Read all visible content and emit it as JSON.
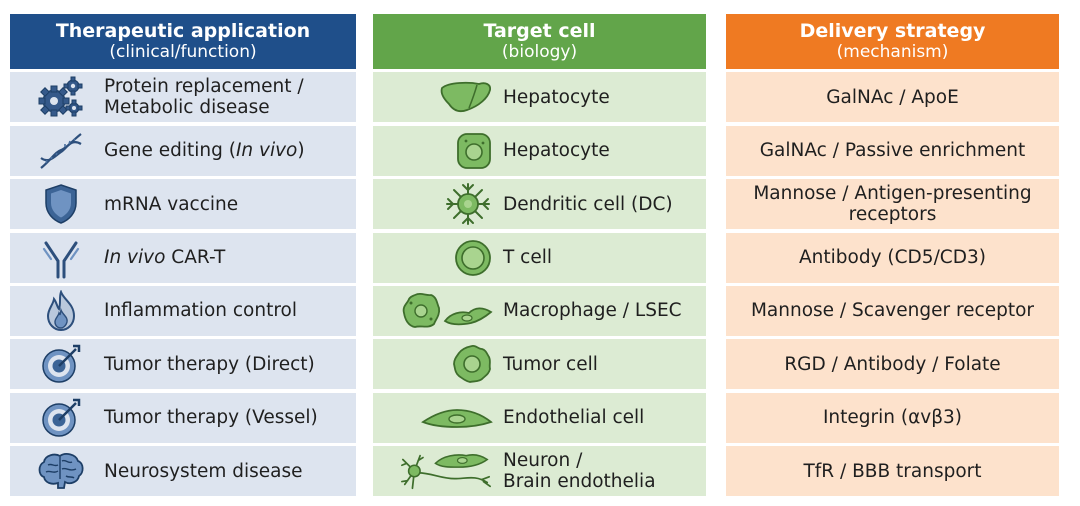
{
  "columns": {
    "application": {
      "title": "Therapeutic application",
      "subtitle": "(clinical/function)",
      "color": "#1f4f8a"
    },
    "target": {
      "title": "Target cell",
      "subtitle": "(biology)",
      "color": "#62a54a"
    },
    "delivery": {
      "title": "Delivery strategy",
      "subtitle": "(mechanism)",
      "color": "#ef7a22"
    }
  },
  "rows": [
    {
      "app_icon": "gears-icon",
      "app": "Protein replacement / Metabolic disease",
      "app_line1": "Protein replacement /",
      "app_line2": "Metabolic disease",
      "cell_icon": "liver-icon",
      "cell": "Hepatocyte",
      "strategy": "GalNAc / ApoE"
    },
    {
      "app_icon": "dna-icon",
      "app_pre": "Gene editing (",
      "app_em": "In vivo",
      "app_post": ")",
      "cell_icon": "hepatocyte-cell-icon",
      "cell": "Hepatocyte",
      "strategy": "GalNAc / Passive enrichment"
    },
    {
      "app_icon": "shield-icon",
      "app": "mRNA vaccine",
      "cell_icon": "dendritic-cell-icon",
      "cell": "Dendritic cell (DC)",
      "strategy_line1": "Mannose / Antigen-presenting",
      "strategy_line2": "receptors"
    },
    {
      "app_icon": "antibody-icon",
      "app_em": "In vivo",
      "app_post": " CAR-T",
      "cell_icon": "t-cell-icon",
      "cell": "T cell",
      "strategy": "Antibody (CD5/CD3)"
    },
    {
      "app_icon": "flame-icon",
      "app": "Inflammation control",
      "cell_icon": "macrophage-lsec-icon",
      "cell": "Macrophage / LSEC",
      "strategy": "Mannose / Scavenger receptor"
    },
    {
      "app_icon": "target-icon",
      "app": "Tumor therapy (Direct)",
      "cell_icon": "tumor-cell-icon",
      "cell": "Tumor cell",
      "strategy": "RGD / Antibody / Folate"
    },
    {
      "app_icon": "target-icon",
      "app": "Tumor therapy (Vessel)",
      "cell_icon": "endothelial-cell-icon",
      "cell": "Endothelial cell",
      "strategy": "Integrin (αvβ3)"
    },
    {
      "app_icon": "brain-icon",
      "app": "Neurosystem disease",
      "cell_icon": "neuron-endothelia-icon",
      "cell_line1": "Neuron /",
      "cell_line2": "Brain endothelia",
      "strategy": "TfR / BBB transport"
    }
  ]
}
